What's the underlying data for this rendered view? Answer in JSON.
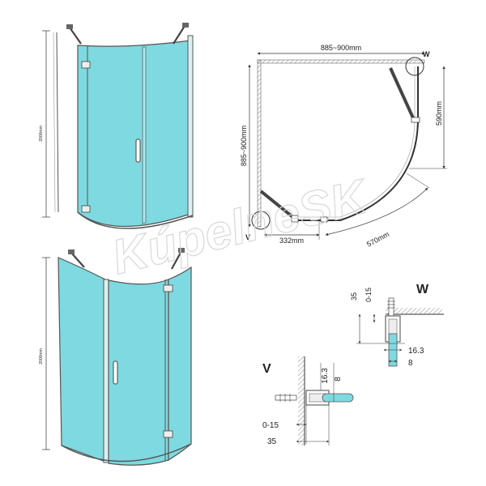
{
  "watermark": "KúpelneSK",
  "elevations": {
    "top_height_label": "2000mm",
    "bottom_height_label": "2000mm"
  },
  "plan": {
    "width_label": "885~900mm",
    "depth_label": "885~900mm",
    "side_label": "590mm",
    "bottom_segment_label": "332mm",
    "arc_label": "570mm",
    "detail_w_marker": "W",
    "detail_v_marker": "V"
  },
  "detail_w": {
    "title": "W",
    "dim_35": "35",
    "dim_0_15": "0-15",
    "dim_16_3": "16.3",
    "dim_8": "8"
  },
  "detail_v": {
    "title": "V",
    "dim_16_3": "16.3",
    "dim_8": "8",
    "dim_0_15": "0-15",
    "dim_35": "35"
  },
  "colors": {
    "glass": "#7fd9e0",
    "glass_light": "#a8e6ea",
    "frame": "#555555",
    "line": "#333333"
  }
}
